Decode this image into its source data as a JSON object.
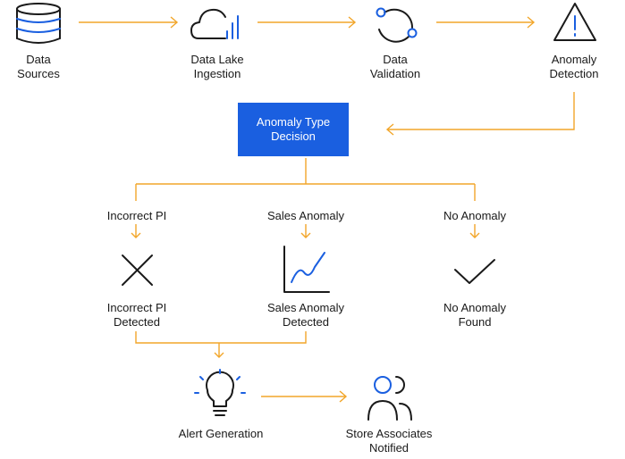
{
  "colors": {
    "arrow": "#f2a62a",
    "accent": "#1a5fe0",
    "icon": "#1a1a1a",
    "box_text": "#ffffff"
  },
  "nodes": {
    "data_sources": {
      "line1": "Data",
      "line2": "Sources",
      "icon": "database-icon"
    },
    "data_lake": {
      "line1": "Data Lake",
      "line2": "Ingestion",
      "icon": "cloud-chart-icon"
    },
    "data_validation": {
      "line1": "Data",
      "line2": "Validation",
      "icon": "validation-cycle-icon"
    },
    "anomaly_detection": {
      "line1": "Anomaly",
      "line2": "Detection",
      "icon": "warning-triangle-icon"
    },
    "decision": {
      "line1": "Anomaly Type",
      "line2": "Decision"
    },
    "incorrect_pi": {
      "line1": "Incorrect PI",
      "line2": "Detected",
      "icon": "x-mark-icon"
    },
    "sales_anomaly": {
      "line1": "Sales Anomaly",
      "line2": "Detected",
      "icon": "line-chart-icon"
    },
    "no_anomaly": {
      "line1": "No Anomaly",
      "line2": "Found",
      "icon": "checkmark-icon"
    },
    "alert": {
      "line1": "Alert Generation",
      "icon": "lightbulb-icon"
    },
    "store_associates": {
      "line1": "Store Associates",
      "line2": "Notified",
      "icon": "people-icon"
    }
  },
  "branches": {
    "incorrect_pi": "Incorrect PI",
    "sales_anomaly": "Sales Anomaly",
    "no_anomaly": "No Anomaly"
  }
}
